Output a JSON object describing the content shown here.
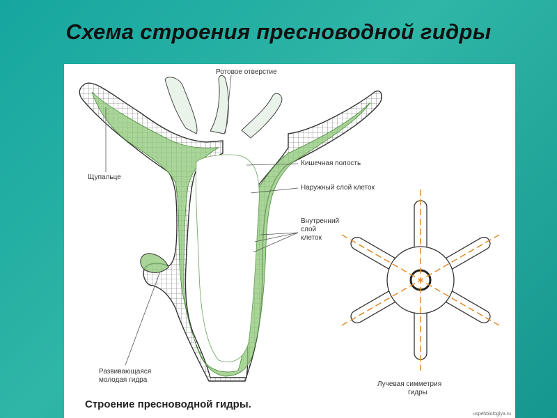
{
  "slide": {
    "title": "Схема строения пресноводной гидры"
  },
  "figure": {
    "labels": {
      "mouth": "Ротовое отверстие",
      "tentacle": "Щупальце",
      "gut_cavity": "Кишечная полость",
      "outer_layer": "Наружный слой клеток",
      "inner_layer_1": "Внутренний",
      "inner_layer_2": "слой",
      "inner_layer_3": "клеток",
      "bud_1": "Развивающаяся",
      "bud_2": "молодая гидра",
      "symmetry_1": "Лучевая симметрия",
      "symmetry_2": "гидры"
    },
    "caption": "Строение пресноводной гидры.",
    "watermark": "uspehbiologiya.ru"
  },
  "colors": {
    "background": "#1fa89f",
    "inner_layer": "#8cc776",
    "outline": "#333333",
    "symmetry_axes": "#e08a2a",
    "tentacle_fill": "#e9f3ea"
  }
}
